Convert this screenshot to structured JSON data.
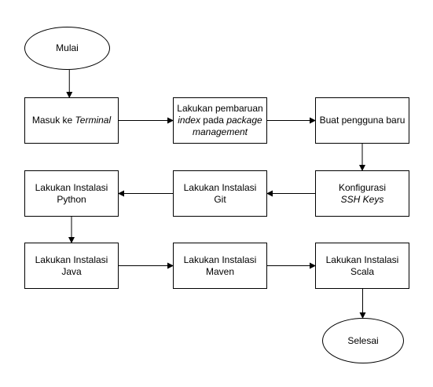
{
  "diagram": {
    "nodes": {
      "start": {
        "text": "Mulai"
      },
      "terminal": {
        "prefix": "Masuk ke ",
        "italic": "Terminal"
      },
      "update": {
        "line1": "Lakukan pembaruan",
        "line2_italic": "index",
        "line2_text": " pada ",
        "line2_italic2": "package",
        "line3_italic": "management"
      },
      "user": {
        "text": "Buat pengguna baru"
      },
      "ssh": {
        "line1": "Konfigurasi",
        "line2_italic": "SSH Keys"
      },
      "git": {
        "line1": "Lakukan Instalasi",
        "line2": "Git"
      },
      "python": {
        "line1": "Lakukan Instalasi",
        "line2": "Python"
      },
      "java": {
        "line1": "Lakukan Instalasi",
        "line2": "Java"
      },
      "maven": {
        "line1": "Lakukan Instalasi",
        "line2": "Maven"
      },
      "scala": {
        "line1": "Lakukan Instalasi",
        "line2": "Scala"
      },
      "end": {
        "text": "Selesai"
      }
    },
    "edges": [
      [
        "start",
        "terminal"
      ],
      [
        "terminal",
        "update"
      ],
      [
        "update",
        "user"
      ],
      [
        "user",
        "ssh"
      ],
      [
        "ssh",
        "git"
      ],
      [
        "git",
        "python"
      ],
      [
        "python",
        "java"
      ],
      [
        "java",
        "maven"
      ],
      [
        "maven",
        "scala"
      ],
      [
        "scala",
        "end"
      ]
    ],
    "stroke_color": "#000000"
  }
}
